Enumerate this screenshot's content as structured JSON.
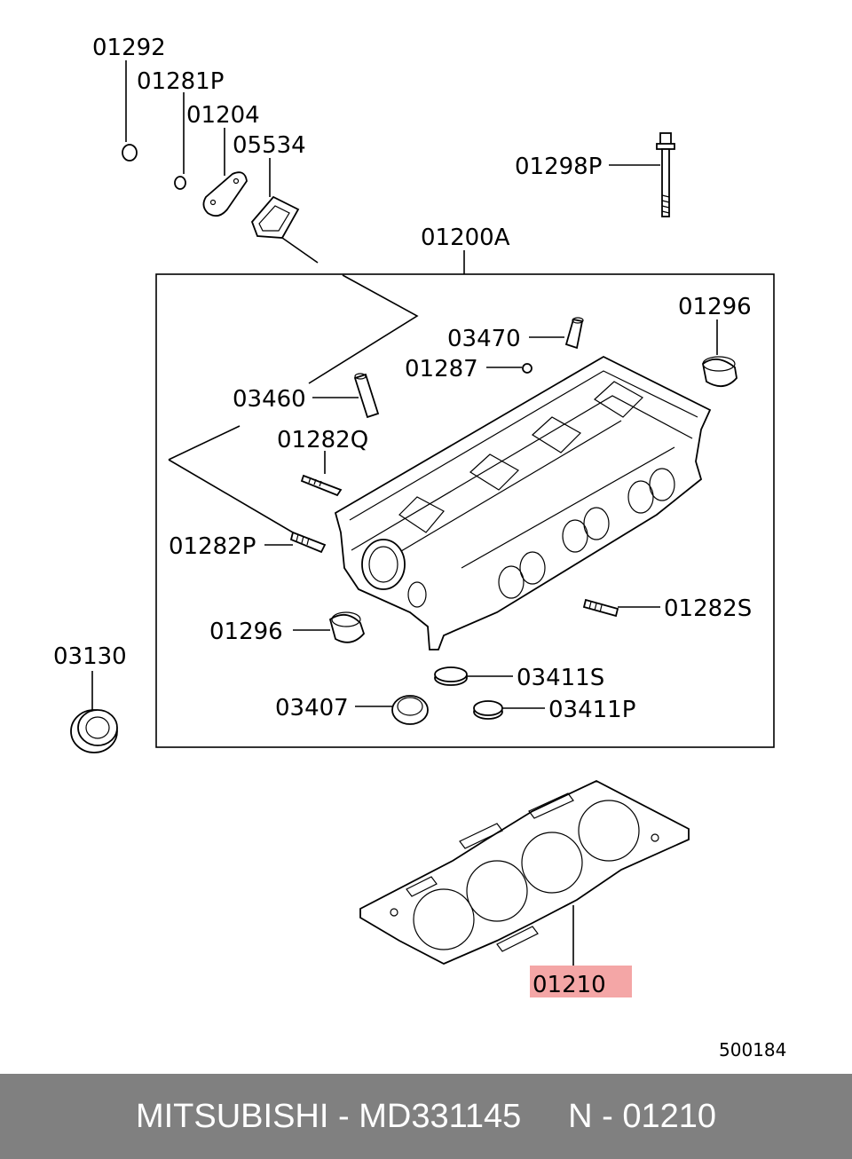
{
  "diagram": {
    "labels": {
      "p01292": "01292",
      "p01281P": "01281P",
      "p01204": "01204",
      "p05534": "05534",
      "p01298P": "01298P",
      "p01200A": "01200A",
      "p01296_top": "01296",
      "p03470": "03470",
      "p01287": "01287",
      "p03460": "03460",
      "p01282Q": "01282Q",
      "p01282P": "01282P",
      "p01282S": "01282S",
      "p01296_bottom": "01296",
      "p03130": "03130",
      "p03411S": "03411S",
      "p03407": "03407",
      "p03411P": "03411P",
      "p01210": "01210"
    },
    "highlight_color": "#f4a6a6",
    "highlight_text_color": "#8b0000",
    "figure_number": "500184"
  },
  "footer": {
    "brand": "MITSUBISHI",
    "sep1": " - ",
    "part_number": "MD331145",
    "gap": "     ",
    "ref_prefix": "N",
    "sep2": " - ",
    "ref": "01210"
  }
}
